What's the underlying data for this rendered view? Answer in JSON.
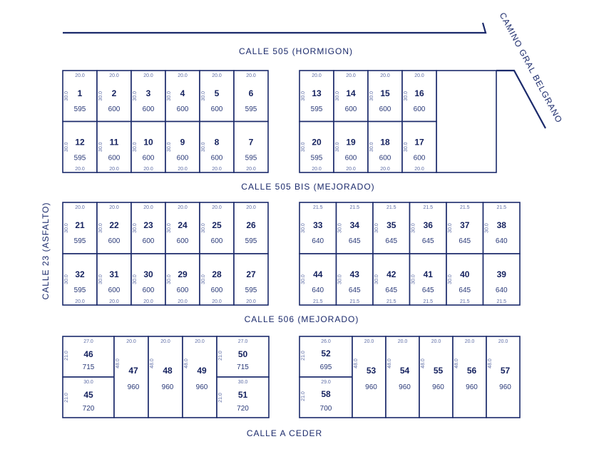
{
  "streets": {
    "top": "CALLE 505 (HORMIGON)",
    "middle": "CALLE 505 BIS (MEJORADO)",
    "lower": "CALLE 506 (MEJORADO)",
    "bottom": "CALLE A CEDER",
    "left": "CALLE 23 (ASFALTO)",
    "diagonal": "CAMINO GRAL BELGRANO"
  },
  "blocks": [
    {
      "id": "block-a",
      "rows": [
        [
          {
            "n": "1",
            "a": "595",
            "w": "20.0",
            "d": "30.0"
          },
          {
            "n": "2",
            "a": "600",
            "w": "20.0",
            "d": "30.0"
          },
          {
            "n": "3",
            "a": "600",
            "w": "20.0",
            "d": "30.0"
          },
          {
            "n": "4",
            "a": "600",
            "w": "20.0",
            "d": "30.0"
          },
          {
            "n": "5",
            "a": "600",
            "w": "20.0",
            "d": "30.0"
          },
          {
            "n": "6",
            "a": "595",
            "w": "20.0",
            "d": ""
          }
        ],
        [
          {
            "n": "12",
            "a": "595",
            "w": "20.0",
            "d": "30.0"
          },
          {
            "n": "11",
            "a": "600",
            "w": "20.0",
            "d": "30.0"
          },
          {
            "n": "10",
            "a": "600",
            "w": "20.0",
            "d": "30.0"
          },
          {
            "n": "9",
            "a": "600",
            "w": "20.0",
            "d": "30.0"
          },
          {
            "n": "8",
            "a": "600",
            "w": "20.0",
            "d": "30.0"
          },
          {
            "n": "7",
            "a": "595",
            "w": "20.0",
            "d": ""
          }
        ]
      ]
    },
    {
      "id": "block-b",
      "rows": [
        [
          {
            "n": "13",
            "a": "595",
            "w": "20.0",
            "d": "30.0"
          },
          {
            "n": "14",
            "a": "600",
            "w": "20.0",
            "d": "30.0"
          },
          {
            "n": "15",
            "a": "600",
            "w": "20.0",
            "d": "30.0"
          },
          {
            "n": "16",
            "a": "600",
            "w": "20.0",
            "d": "30.0"
          }
        ],
        [
          {
            "n": "20",
            "a": "595",
            "w": "20.0",
            "d": "30.0"
          },
          {
            "n": "19",
            "a": "600",
            "w": "20.0",
            "d": "30.0"
          },
          {
            "n": "18",
            "a": "600",
            "w": "20.0",
            "d": "30.0"
          },
          {
            "n": "17",
            "a": "600",
            "w": "20.0",
            "d": "30.0"
          }
        ]
      ]
    },
    {
      "id": "block-c",
      "rows": [
        [
          {
            "n": "21",
            "a": "595",
            "w": "20.0",
            "d": "30.0"
          },
          {
            "n": "22",
            "a": "600",
            "w": "20.0",
            "d": "30.0"
          },
          {
            "n": "23",
            "a": "600",
            "w": "20.0",
            "d": "30.0"
          },
          {
            "n": "24",
            "a": "600",
            "w": "20.0",
            "d": "30.0"
          },
          {
            "n": "25",
            "a": "600",
            "w": "20.0",
            "d": "30.0"
          },
          {
            "n": "26",
            "a": "595",
            "w": "20.0",
            "d": ""
          }
        ],
        [
          {
            "n": "32",
            "a": "595",
            "w": "20.0",
            "d": "30.0"
          },
          {
            "n": "31",
            "a": "600",
            "w": "20.0",
            "d": "30.0"
          },
          {
            "n": "30",
            "a": "600",
            "w": "20.0",
            "d": "30.0"
          },
          {
            "n": "29",
            "a": "600",
            "w": "20.0",
            "d": "30.0"
          },
          {
            "n": "28",
            "a": "600",
            "w": "20.0",
            "d": "30.0"
          },
          {
            "n": "27",
            "a": "595",
            "w": "20.0",
            "d": ""
          }
        ]
      ]
    },
    {
      "id": "block-d",
      "rows": [
        [
          {
            "n": "33",
            "a": "640",
            "w": "21.5",
            "d": "30.0"
          },
          {
            "n": "34",
            "a": "645",
            "w": "21.5",
            "d": "30.0"
          },
          {
            "n": "35",
            "a": "645",
            "w": "21.5",
            "d": "30.0"
          },
          {
            "n": "36",
            "a": "645",
            "w": "21.5",
            "d": "30.0"
          },
          {
            "n": "37",
            "a": "645",
            "w": "21.5",
            "d": "30.0"
          },
          {
            "n": "38",
            "a": "640",
            "w": "21.5",
            "d": "30.0"
          }
        ],
        [
          {
            "n": "44",
            "a": "640",
            "w": "21.5",
            "d": "30.0"
          },
          {
            "n": "43",
            "a": "645",
            "w": "21.5",
            "d": "30.0"
          },
          {
            "n": "42",
            "a": "645",
            "w": "21.5",
            "d": "30.0"
          },
          {
            "n": "41",
            "a": "645",
            "w": "21.5",
            "d": "30.0"
          },
          {
            "n": "40",
            "a": "645",
            "w": "21.5",
            "d": "30.0"
          },
          {
            "n": "39",
            "a": "640",
            "w": "21.5",
            "d": ""
          }
        ]
      ]
    }
  ],
  "bottom_blocks": {
    "left": {
      "stacked_left": [
        {
          "n": "46",
          "a": "715",
          "w": "27.0",
          "d": "21.0"
        },
        {
          "n": "45",
          "a": "720",
          "w": "30.0",
          "d": "21.0"
        }
      ],
      "tall": [
        {
          "n": "47",
          "a": "960",
          "w": "20.0",
          "d": "48.0"
        },
        {
          "n": "48",
          "a": "960",
          "w": "20.0",
          "d": "48.0"
        },
        {
          "n": "49",
          "a": "960",
          "w": "20.0",
          "d": "48.0"
        }
      ],
      "stacked_right": [
        {
          "n": "50",
          "a": "715",
          "w": "27.0",
          "d": "21.0"
        },
        {
          "n": "51",
          "a": "720",
          "w": "30.0",
          "d": "21.0"
        }
      ]
    },
    "right": {
      "stacked_left": [
        {
          "n": "52",
          "a": "695",
          "w": "26.0",
          "d": "21.0"
        },
        {
          "n": "58",
          "a": "700",
          "w": "29.0",
          "d": "21.0"
        }
      ],
      "tall": [
        {
          "n": "53",
          "a": "960",
          "w": "20.0",
          "d": "48.0"
        },
        {
          "n": "54",
          "a": "960",
          "w": "20.0",
          "d": "48.0"
        },
        {
          "n": "55",
          "a": "960",
          "w": "20.0",
          "d": "48.0"
        },
        {
          "n": "56",
          "a": "960",
          "w": "20.0",
          "d": "48.0"
        },
        {
          "n": "57",
          "a": "960",
          "w": "20.0",
          "d": "48.0"
        }
      ]
    }
  }
}
